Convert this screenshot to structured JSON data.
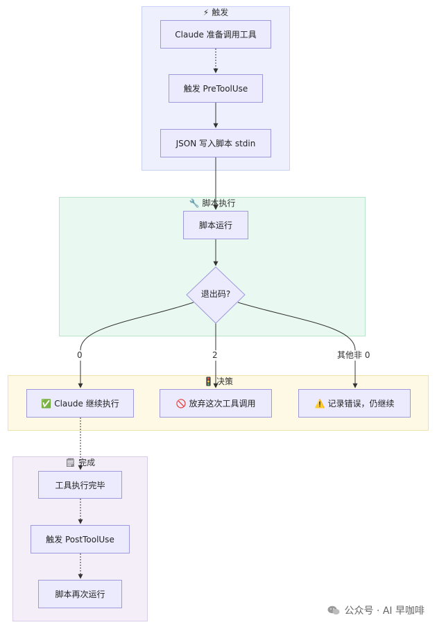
{
  "groups": {
    "trigger": {
      "icon": "⚡",
      "title": "触发"
    },
    "exec": {
      "icon": "🔧",
      "title": "脚本执行"
    },
    "decide": {
      "icon": "🚦",
      "title": "决策"
    },
    "done": {
      "icon": "🗒",
      "title": "完成"
    }
  },
  "nodes": {
    "claude_prepare": "Claude 准备调用工具",
    "trigger_pre": "触发 PreToolUse",
    "json_stdin": "JSON 写入脚本 stdin",
    "run_script": "脚本运行",
    "exit_code": "退出码?",
    "continue": {
      "icon": "✅",
      "text": "Claude 继续执行"
    },
    "abort": {
      "icon": "🚫",
      "text": "放弃这次工具调用"
    },
    "log_error": {
      "icon": "⚠️",
      "text": "记录错误，仍继续"
    },
    "tool_done": "工具执行完毕",
    "trigger_post": "触发 PostToolUse",
    "script_again": "脚本再次运行"
  },
  "edge_labels": {
    "zero": "0",
    "two": "2",
    "other": "其他非 0"
  },
  "watermark": "公众号 · AI 早咖啡",
  "colors": {
    "node_fill": "#ecebfd",
    "node_border": "#9e99dc",
    "edge": "#333333",
    "trigger_bg": "#eef1fd",
    "exec_bg": "#e9f8f0",
    "decide_bg": "#fdf9e4",
    "done_bg": "#f3eef8"
  }
}
